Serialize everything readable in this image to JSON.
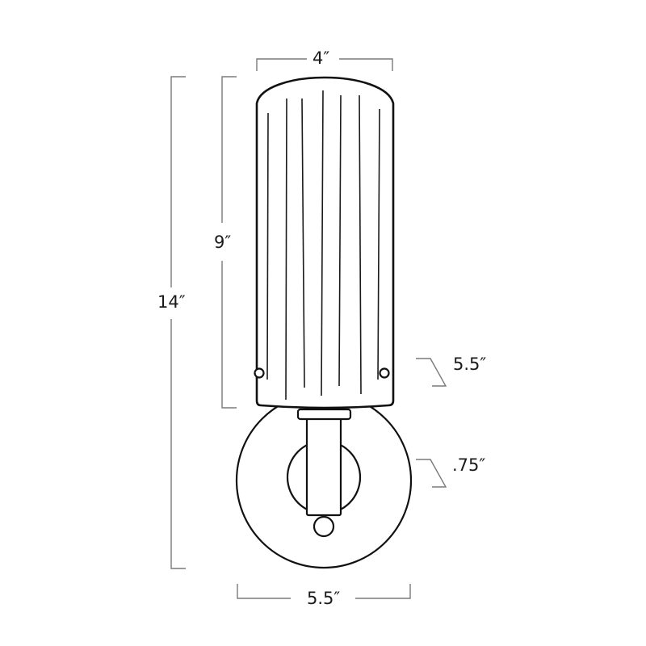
{
  "diagram": {
    "subject": "Fluted cylindrical wall sconce dimension drawing",
    "colors": {
      "outline": "#111111",
      "dimension_lines": "#7a7a7a",
      "background": "#ffffff"
    },
    "dimensions": {
      "shade_width": "4″",
      "overall_height": "14″",
      "shade_height": "9″",
      "extension": "5.5″",
      "backplate_depth": ".75″",
      "backplate_width": "5.5″"
    },
    "parts": [
      "shade",
      "flute-lines",
      "mounting-screws",
      "collar",
      "arm-stem",
      "backplate",
      "canopy-disc",
      "finial-knob"
    ]
  }
}
